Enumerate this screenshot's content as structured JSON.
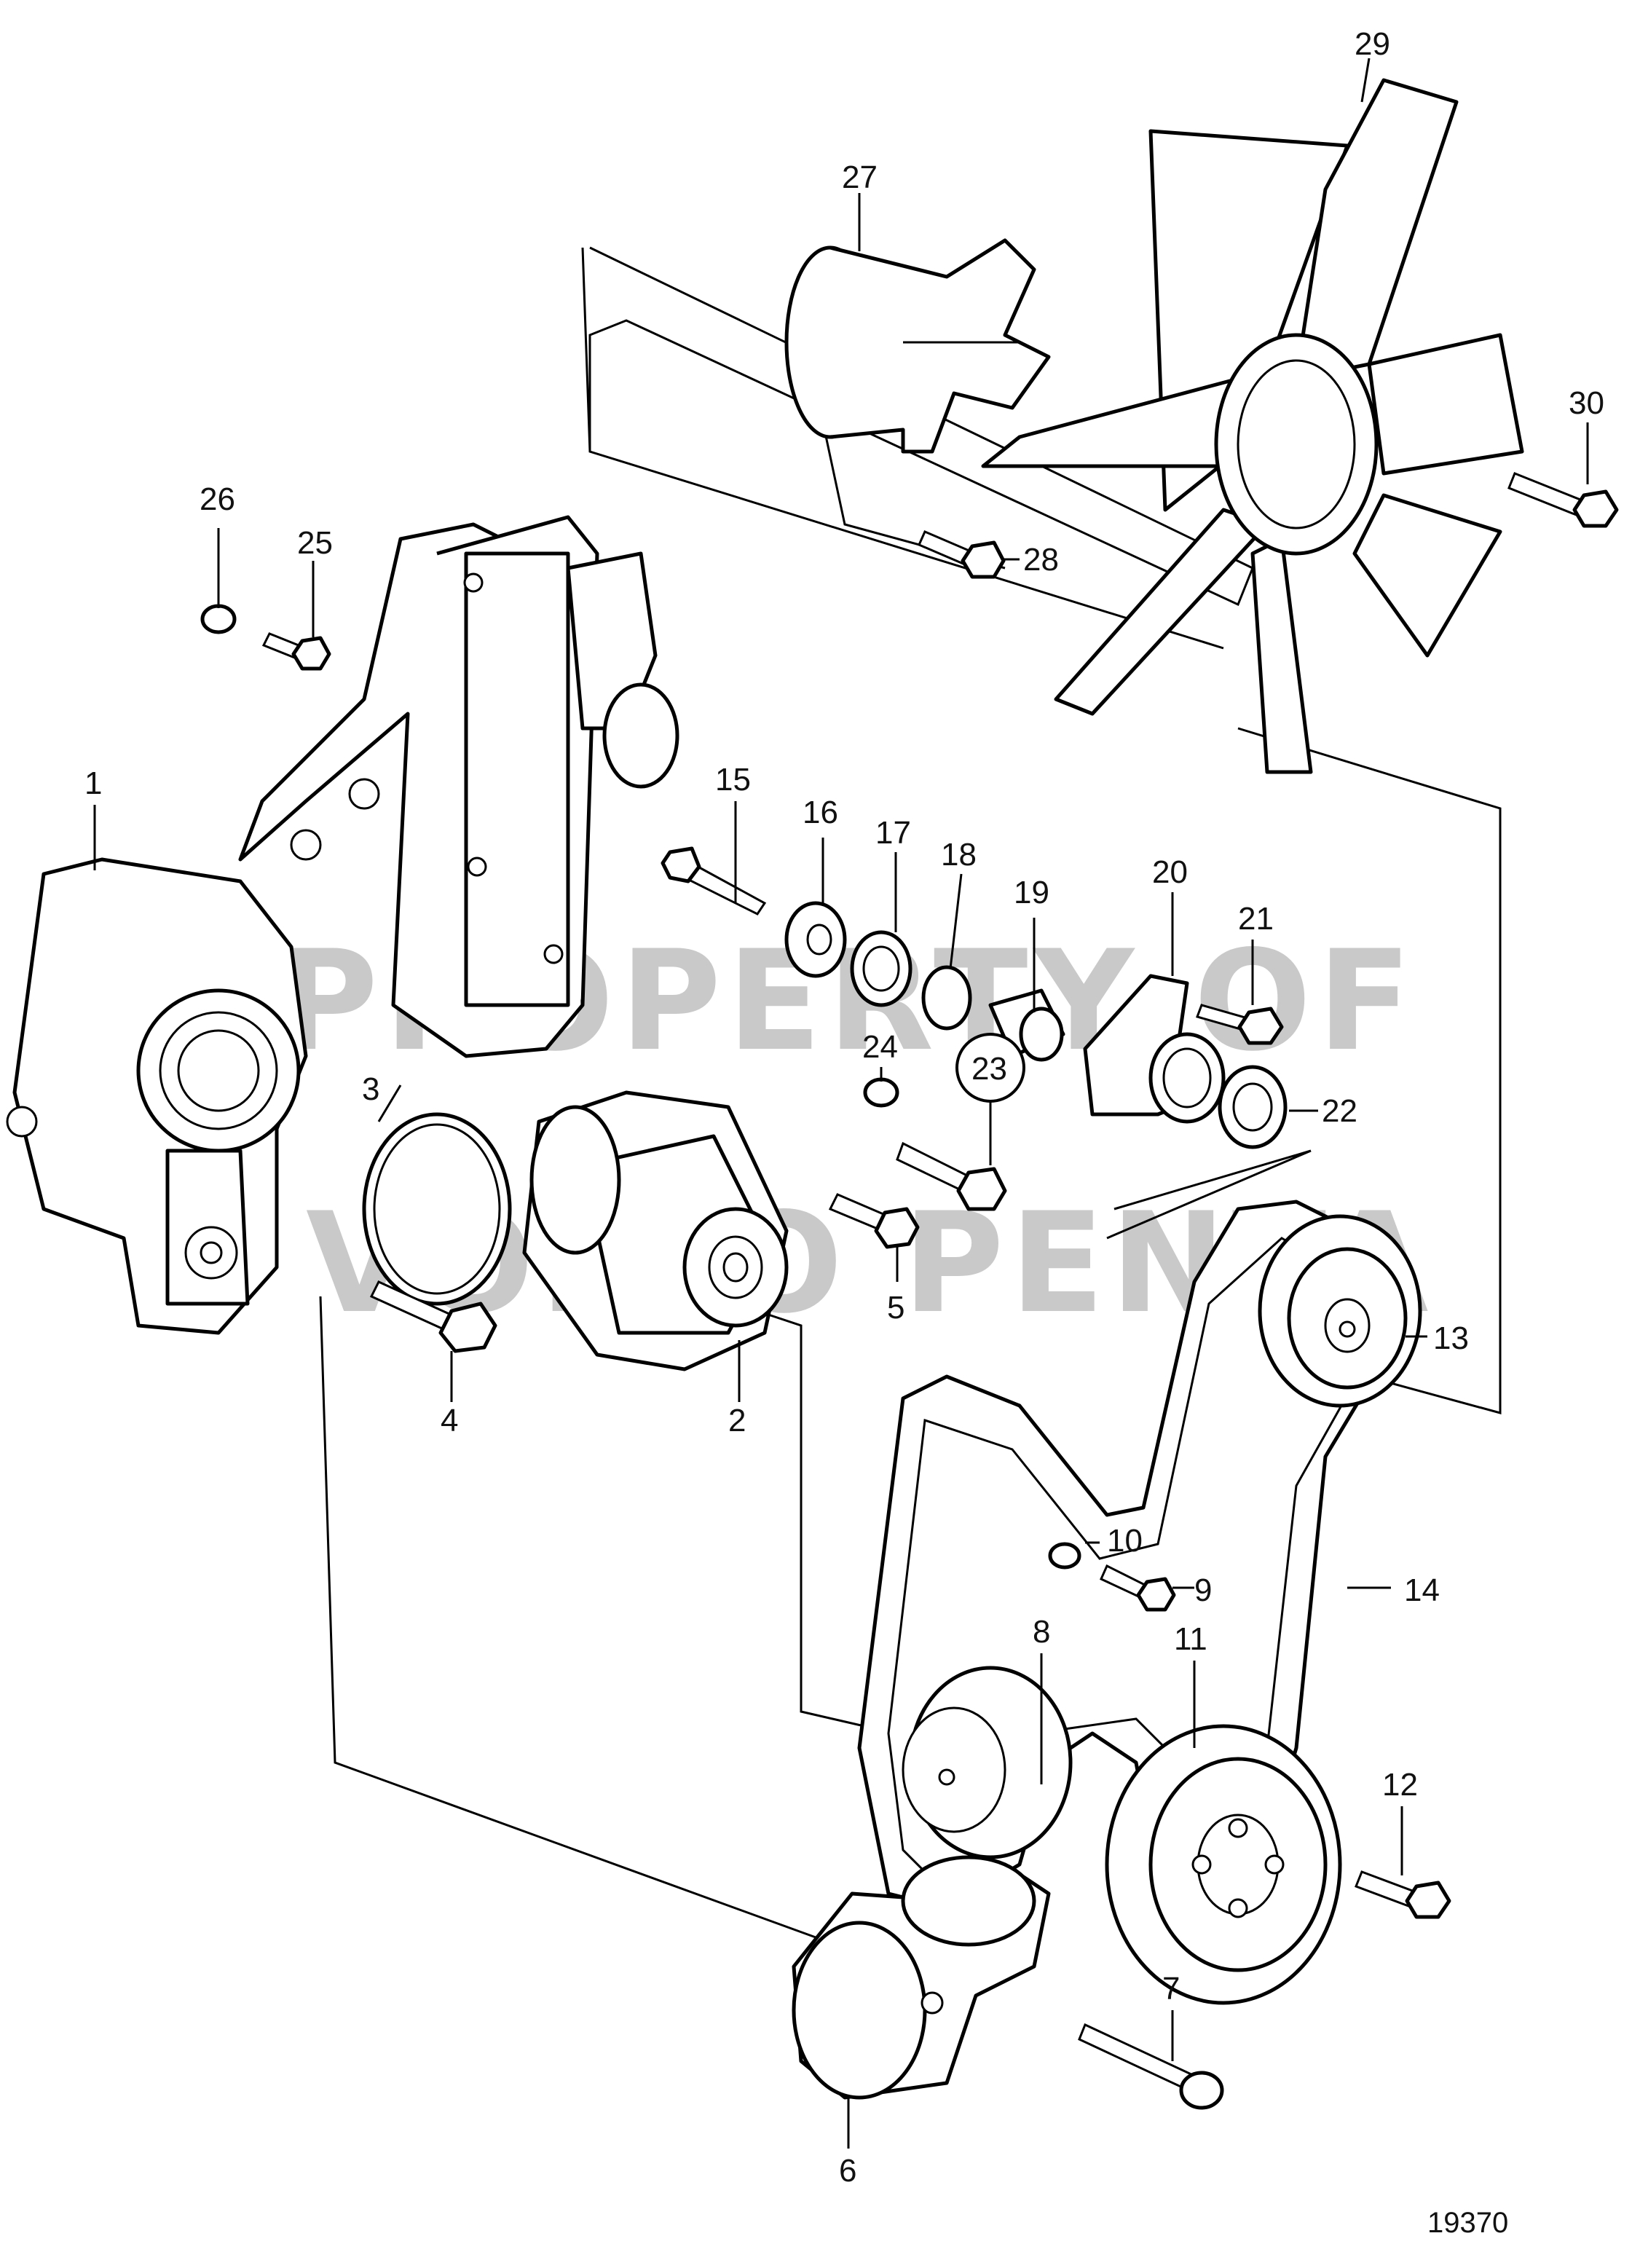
{
  "diagram": {
    "watermark_lines": [
      "PROPERTY OF",
      "VOLVO PENTA"
    ],
    "figure_id": "19370",
    "callouts": [
      {
        "id": "1",
        "label": "1"
      },
      {
        "id": "2",
        "label": "2"
      },
      {
        "id": "3",
        "label": "3"
      },
      {
        "id": "4",
        "label": "4"
      },
      {
        "id": "5",
        "label": "5"
      },
      {
        "id": "6",
        "label": "6"
      },
      {
        "id": "7",
        "label": "7"
      },
      {
        "id": "8",
        "label": "8"
      },
      {
        "id": "9",
        "label": "9"
      },
      {
        "id": "10",
        "label": "10"
      },
      {
        "id": "11",
        "label": "11"
      },
      {
        "id": "12",
        "label": "12"
      },
      {
        "id": "13",
        "label": "13"
      },
      {
        "id": "14",
        "label": "14"
      },
      {
        "id": "15",
        "label": "15"
      },
      {
        "id": "16",
        "label": "16"
      },
      {
        "id": "17",
        "label": "17"
      },
      {
        "id": "18",
        "label": "18"
      },
      {
        "id": "19",
        "label": "19"
      },
      {
        "id": "20",
        "label": "20"
      },
      {
        "id": "21",
        "label": "21"
      },
      {
        "id": "22",
        "label": "22"
      },
      {
        "id": "23",
        "label": "23"
      },
      {
        "id": "24",
        "label": "24"
      },
      {
        "id": "25",
        "label": "25"
      },
      {
        "id": "26",
        "label": "26"
      },
      {
        "id": "27",
        "label": "27"
      },
      {
        "id": "28",
        "label": "28"
      },
      {
        "id": "29",
        "label": "29"
      },
      {
        "id": "30",
        "label": "30"
      }
    ]
  }
}
